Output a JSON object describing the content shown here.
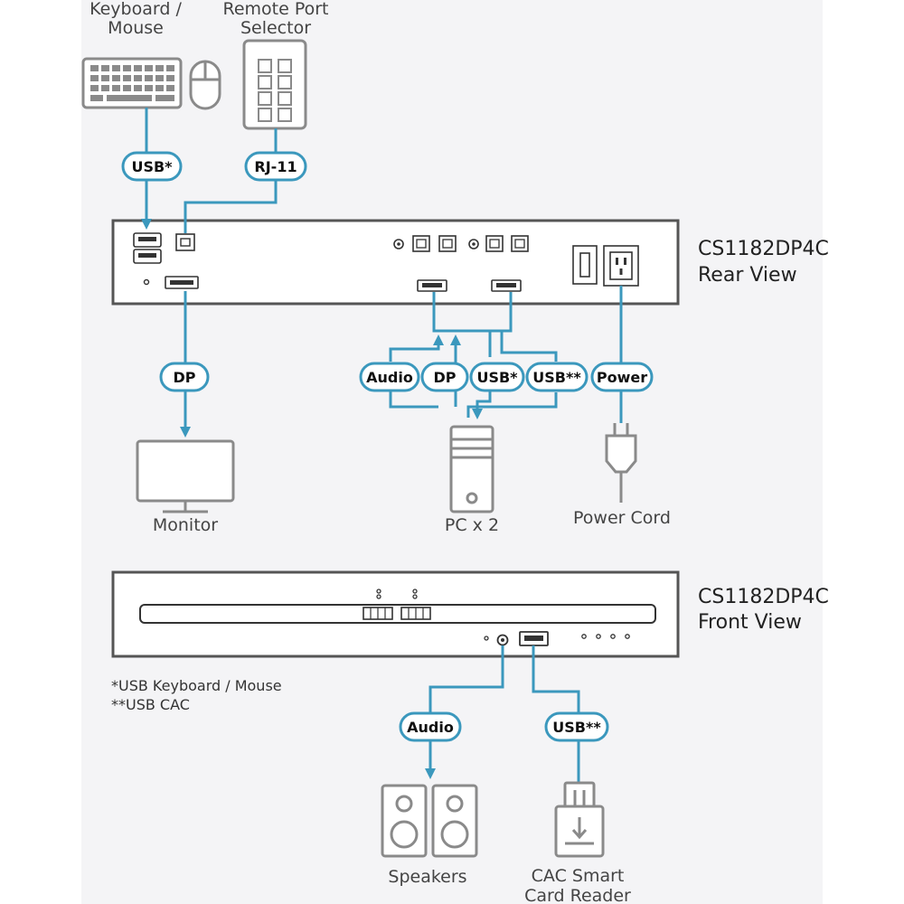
{
  "colors": {
    "background": "#ffffff",
    "backdrop": "#f4f4f6",
    "cable": "#3b98bd",
    "device_outline": "#555555",
    "icon_outline": "#8a8a8a"
  },
  "rear_view": {
    "model": "CS1182DP4C",
    "view": "Rear View"
  },
  "front_view": {
    "model": "CS1182DP4C",
    "view": "Front View"
  },
  "peripherals": {
    "keyboard_mouse": {
      "line1": "Keyboard /",
      "line2": "Mouse",
      "icon": "keyboard-mouse-icon"
    },
    "remote_port_selector": {
      "line1": "Remote Port",
      "line2": "Selector",
      "icon": "remote-selector-icon"
    },
    "monitor": {
      "label": "Monitor",
      "icon": "monitor-icon"
    },
    "pc": {
      "label": "PC x 2",
      "icon": "pc-tower-icon"
    },
    "power_cord": {
      "label": "Power Cord",
      "icon": "power-plug-icon"
    },
    "speakers": {
      "label": "Speakers",
      "icon": "speakers-icon"
    },
    "card_reader": {
      "line1": "CAC Smart",
      "line2": "Card Reader",
      "icon": "card-reader-icon"
    }
  },
  "connections": {
    "kb_usb": "USB*",
    "rj11": "RJ-11",
    "monitor_dp": "DP",
    "pc_audio": "Audio",
    "pc_dp": "DP",
    "pc_usb": "USB*",
    "pc_usb_cac": "USB**",
    "power": "Power",
    "front_audio": "Audio",
    "front_usb": "USB**"
  },
  "footnotes": {
    "note1": "*USB Keyboard / Mouse",
    "note2": "**USB CAC"
  }
}
